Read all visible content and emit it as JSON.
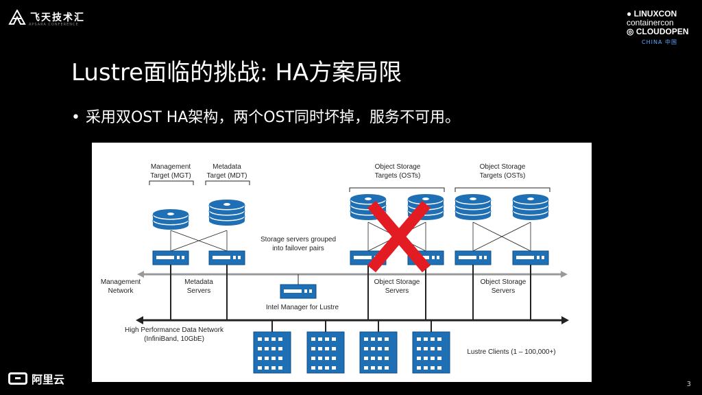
{
  "brand": {
    "name": "飞天技术汇",
    "subtitle": "APSARA CONFERENCE"
  },
  "conference": {
    "line1": "LINUXCON",
    "line2": "containercon",
    "line3": "CLOUDOPEN",
    "region": "CHINA 中国"
  },
  "slide": {
    "title": "Lustre面临的挑战: HA方案局限",
    "bullet": "采用双OST HA架构，两个OST同时坏掉，服务不可用。"
  },
  "diagram": {
    "mgt_label_1": "Management",
    "mgt_label_2": "Target (MGT)",
    "mdt_label_1": "Metadata",
    "mdt_label_2": "Target (MDT)",
    "ost_label_1": "Object Storage",
    "ost_label_2": "Targets (OSTs)",
    "failover_1": "Storage servers grouped",
    "failover_2": "into failover pairs",
    "mgmt_net_1": "Management",
    "mgmt_net_2": "Network",
    "meta_srv_1": "Metadata",
    "meta_srv_2": "Servers",
    "oss_1": "Object Storage",
    "oss_2": "Servers",
    "intel_manager": "Intel Manager for Lustre",
    "hpdn_1": "High Performance Data Network",
    "hpdn_2": "(InfiniBand, 10GbE)",
    "clients": "Lustre Clients (1 – 100,000+)",
    "colors": {
      "disk": "#1f6fb5",
      "server": "#1f6fb5",
      "cross": "#e31b23",
      "network": "#222",
      "mgmt_network": "#999"
    }
  },
  "footer": {
    "company": "阿里云",
    "page_number": "3"
  }
}
